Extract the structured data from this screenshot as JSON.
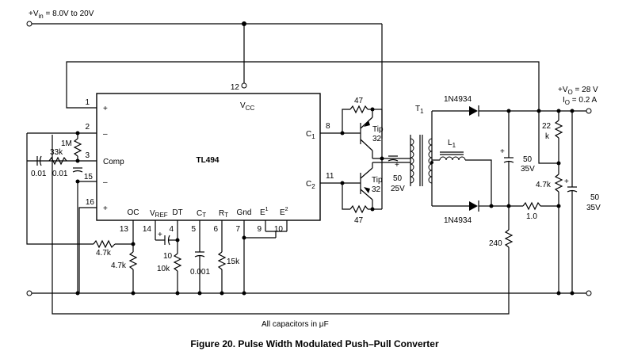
{
  "title": "Figure 20. Pulse Width Modulated Push–Pull Converter",
  "note": "All capacitors in μF",
  "supply": {
    "vin_prefix": "+V",
    "vin_sub": "in",
    "vin_range": " = 8.0V to 20V"
  },
  "output": {
    "vo_prefix": "+V",
    "vo_sub": "O",
    "vo_value": " = 28 V",
    "io_prefix": "I",
    "io_sub": "O",
    "io_value": " = 0.2 A"
  },
  "ic": {
    "name": "TL494",
    "pin_vcc_prefix": "V",
    "pin_vcc_sub": "CC",
    "comp": "Comp",
    "plus": "+",
    "minus": "–",
    "c1": "C",
    "c1_sub": "1",
    "c2": "C",
    "c2_sub": "2",
    "oc": "OC",
    "vref": "V",
    "vref_sub": "REF",
    "dt": "DT",
    "ct": "C",
    "ct_sub": "T",
    "rt": "R",
    "rt_sub": "T",
    "gnd": "Gnd",
    "e1": "E",
    "e1_sup": "1",
    "e2": "E",
    "e2_sup": "2",
    "pins": {
      "p1": "1",
      "p2": "2",
      "p3": "3",
      "p15": "15",
      "p16": "16",
      "p12": "12",
      "p8": "8",
      "p11": "11",
      "p13": "13",
      "p14": "14",
      "p4": "4",
      "p5": "5",
      "p6": "6",
      "p7": "7",
      "p9": "9",
      "p10": "10"
    }
  },
  "components": {
    "r_1m": "1M",
    "r_33k": "33k",
    "c_001a": "0.01",
    "c_001b": "0.01",
    "r_47_top": "47",
    "r_47_bot": "47",
    "q_top_name": "Tip",
    "q_top_num": "32",
    "q_bot_name": "Tip",
    "q_bot_num": "32",
    "c_50_25_a": "50",
    "c_50_25_b": "25V",
    "t1": "T",
    "t1_sub": "1",
    "d_top": "1N4934",
    "d_bot": "1N4934",
    "l1": "L",
    "l1_sub": "1",
    "c_50_35_a": "50",
    "c_50_35_b": "35V",
    "r_22k_a": "22",
    "r_22k_b": "k",
    "r_47k_right": "4.7k",
    "r_1_0": "1.0",
    "r_240": "240",
    "c_out_a": "50",
    "c_out_b": "35V",
    "r_47k_a": "4.7k",
    "r_47k_b": "4.7k",
    "c_10": "10",
    "r_10k": "10k",
    "c_0001": "0.001",
    "r_15k": "15k"
  }
}
